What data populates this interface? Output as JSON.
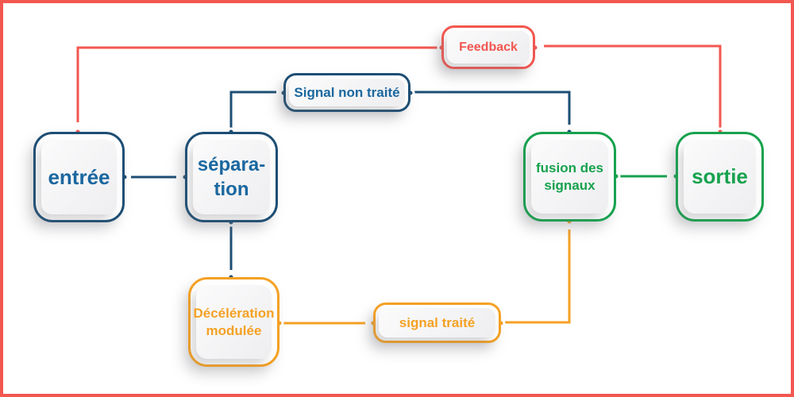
{
  "colors": {
    "blue": "#1d4e74",
    "blue_text": "#1a679f",
    "green": "#17a24e",
    "orange": "#f5a124",
    "red": "#f25750",
    "card_light": "#fbfbfc",
    "card_dark": "#eeeef0"
  },
  "nodes": {
    "entree": {
      "label": "entrée"
    },
    "separation": {
      "label": "sépara-\ntion"
    },
    "signal_non_traite": {
      "label": "Signal non traité"
    },
    "feedback": {
      "label": "Feedback"
    },
    "fusion": {
      "label": "fusion des\nsignaux"
    },
    "sortie": {
      "label": "sortie"
    },
    "deceleration": {
      "label": "Décélération\nmodulée"
    },
    "signal_traite": {
      "label": "signal traité"
    }
  },
  "edges": [
    {
      "from": "entree",
      "to": "separation",
      "color": "blue"
    },
    {
      "from": "separation",
      "to": "signal_non_traite",
      "color": "blue"
    },
    {
      "from": "signal_non_traite",
      "to": "fusion",
      "color": "blue"
    },
    {
      "from": "separation",
      "to": "deceleration",
      "color": "blue"
    },
    {
      "from": "deceleration",
      "to": "signal_traite",
      "color": "orange"
    },
    {
      "from": "signal_traite",
      "to": "fusion",
      "color": "orange"
    },
    {
      "from": "fusion",
      "to": "sortie",
      "color": "green"
    },
    {
      "from": "sortie",
      "to": "feedback",
      "color": "red"
    },
    {
      "from": "feedback",
      "to": "entree",
      "color": "red"
    }
  ]
}
